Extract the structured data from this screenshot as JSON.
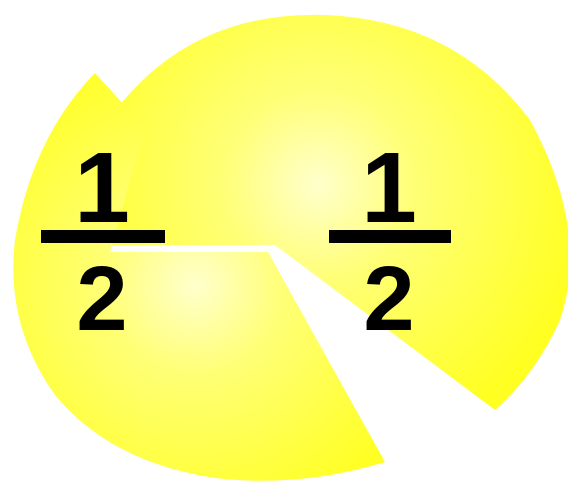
{
  "diagram": {
    "type": "fraction-pie-halves",
    "fill_color": "#ffff33",
    "highlight_color": "#ffffcc",
    "text_color": "#000000",
    "left_half": {
      "numerator": "1",
      "denominator": "2"
    },
    "right_half": {
      "numerator": "1",
      "denominator": "2"
    }
  }
}
